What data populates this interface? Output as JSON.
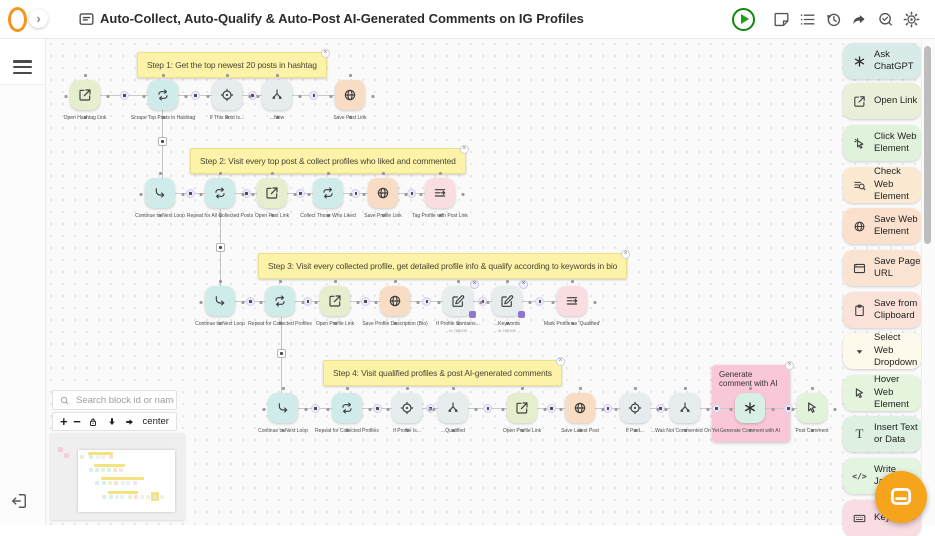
{
  "topbar": {
    "title": "Auto-Collect, Auto-Qualify & Auto-Post AI-Generated Comments on IG Profiles",
    "left_icons": [
      "logo-o",
      "chevron-right-icon",
      "comment-icon"
    ],
    "right_icons": [
      "play-icon",
      "note-icon",
      "list-icon",
      "history-icon",
      "share-icon",
      "search-check-icon",
      "gear-icon"
    ]
  },
  "left_rail": {
    "icons": [
      "hamburger-icon",
      "exit-icon"
    ]
  },
  "canvas": {
    "steps": [
      "Step 1: Get the top newest 20 posts in hashtag",
      "Step 2: Visit every top post & collect profiles who liked and commented",
      "Step 3: Visit every collected profile, get detailed profile info & qualify according to keywords in bio",
      "Step 4: Visit qualified profiles & post AI-generated comments"
    ],
    "rows": [
      [
        {
          "label": "Open Hashtag Link",
          "icon": "external-link",
          "color": "green"
        },
        {
          "label": "Scrape Top Posts in Hashtag",
          "icon": "loop",
          "color": "cyan"
        },
        {
          "label": "If This Post Is...",
          "icon": "target",
          "color": "gray"
        },
        {
          "label": "...New",
          "icon": "branch",
          "color": "gray"
        },
        {
          "label": "Save Post Link",
          "icon": "globe",
          "color": "peach"
        }
      ],
      [
        {
          "label": "Continue to Next Loop",
          "icon": "continue",
          "color": "cyan"
        },
        {
          "label": "Repeat for All Collected Posts",
          "icon": "loop",
          "color": "cyan"
        },
        {
          "label": "Open Post Link",
          "icon": "external-link",
          "color": "green"
        },
        {
          "label": "Collect Those Who Liked",
          "icon": "loop",
          "color": "cyan"
        },
        {
          "label": "Save Profile Link",
          "icon": "globe",
          "color": "peach"
        },
        {
          "label": "Tag Profile with Post Link",
          "icon": "list-arrow",
          "color": "pink"
        }
      ],
      [
        {
          "label": "Continue to Next Loop",
          "icon": "continue",
          "color": "cyan"
        },
        {
          "label": "Repeat for Collected Profiles",
          "icon": "loop",
          "color": "cyan"
        },
        {
          "label": "Open Profile Link",
          "icon": "external-link",
          "color": "green"
        },
        {
          "label": "Save Profile Description (Bio)",
          "icon": "globe",
          "color": "peach"
        },
        {
          "label": "If Profile Contains...",
          "sub": "id 789105",
          "icon": "edit",
          "color": "gray",
          "badge": true,
          "closable": true
        },
        {
          "label": "...Keywords",
          "sub": "id 789106",
          "icon": "edit",
          "color": "gray",
          "badge": true,
          "closable": true
        },
        {
          "label": "Mark Profile as 'Qualified'",
          "icon": "list-arrow",
          "color": "pink"
        }
      ],
      [
        {
          "label": "Continue to Next Loop",
          "icon": "continue",
          "color": "cyan"
        },
        {
          "label": "Repeat for Collected Profiles",
          "icon": "loop",
          "color": "cyan"
        },
        {
          "label": "If Profile Is...",
          "icon": "target",
          "color": "gray"
        },
        {
          "label": "...Qualified",
          "icon": "branch",
          "color": "gray"
        },
        {
          "label": "Open Profile Link",
          "icon": "external-link",
          "color": "green"
        },
        {
          "label": "Save Latest Post",
          "icon": "globe",
          "color": "peach"
        },
        {
          "label": "If Post...",
          "icon": "target",
          "color": "gray"
        },
        {
          "label": "...Was Not Commented On Yet",
          "icon": "branch",
          "color": "gray"
        },
        {
          "label": "Generate Comment with AI",
          "icon": "openai",
          "color": "teal"
        },
        {
          "label": "Post Comment",
          "icon": "cursor",
          "color": "mint"
        }
      ]
    ],
    "group": {
      "title": "Generate comment with AI"
    },
    "search": {
      "placeholder": "Search block id or name"
    },
    "toolbar": {
      "icons": [
        "zoom-in-icon",
        "zoom-out-icon",
        "lock-icon",
        "arrow-down-icon",
        "arrow-right-icon"
      ],
      "center_label": "center"
    }
  },
  "sidebar": {
    "cards": [
      {
        "label": "Ask ChatGPT",
        "icon": "openai",
        "color": "#d9ebe8"
      },
      {
        "label": "Open Link",
        "icon": "external-link",
        "color": "#e9efd8"
      },
      {
        "label": "Click Web Element",
        "icon": "cursor-click",
        "color": "#e1f2dc"
      },
      {
        "label": "Check Web Element",
        "icon": "list-search",
        "color": "#fbe9d2"
      },
      {
        "label": "Save Web Element",
        "icon": "globe",
        "color": "#fae0cd"
      },
      {
        "label": "Save Page URL",
        "icon": "browser",
        "color": "#fbe3d2"
      },
      {
        "label": "Save from Clipboard",
        "icon": "clipboard",
        "color": "#fae2d8"
      },
      {
        "label": "Select Web Dropdown",
        "icon": "caret",
        "color": "#fdfaec"
      },
      {
        "label": "Hover Web Element",
        "icon": "cursor",
        "color": "#e4f4dd"
      },
      {
        "label": "Insert Text or Data",
        "icon": "text-T",
        "color": "#def0e2"
      },
      {
        "label": "Write JavaScript",
        "icon": "code",
        "color": "#e3f4e0"
      },
      {
        "label": "Keyboard",
        "icon": "keyboard",
        "color": "#f9dde2"
      }
    ]
  },
  "colors": {
    "accent_orange": "#f7941e",
    "play_green": "#1ca014",
    "chat_orange": "#f7a41d",
    "sticky_yellow": "#fcf3a8",
    "group_pink": "#f9c7d8",
    "nodes": {
      "cyan": "#cfecea",
      "green": "#e5eecd",
      "peach": "#f8dcc3",
      "gray": "#e7edee",
      "pink": "#fadde1",
      "mint": "#e1f3d9",
      "teal": "#d8efe6"
    }
  }
}
